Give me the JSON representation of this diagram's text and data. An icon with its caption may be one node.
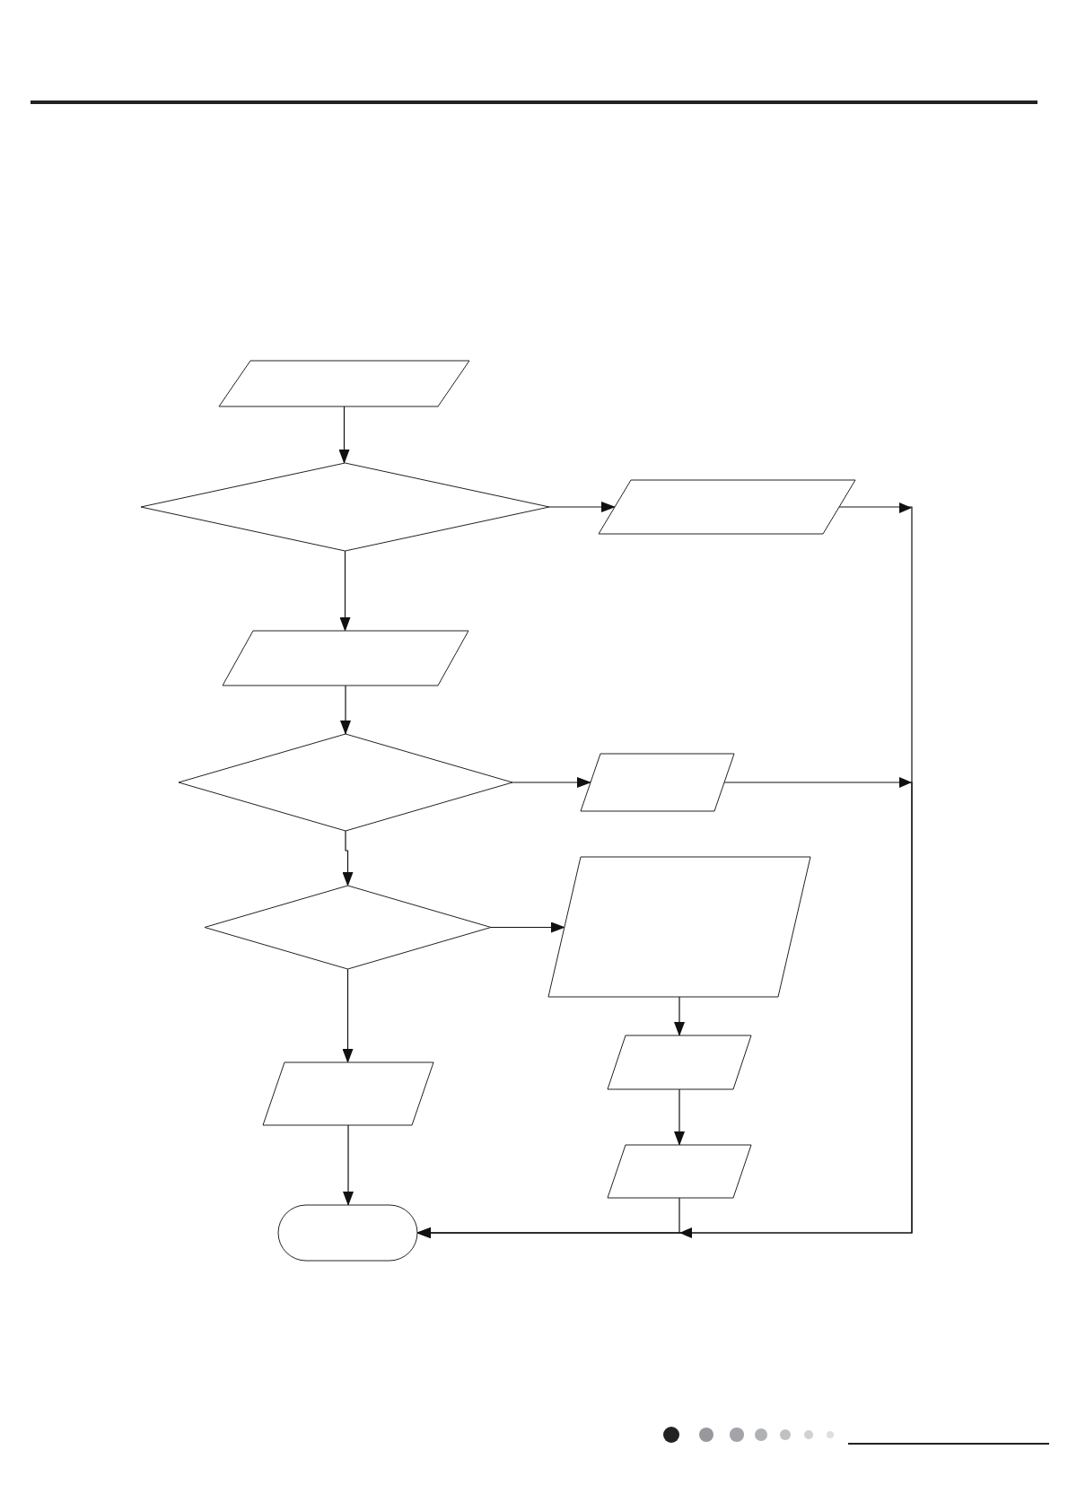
{
  "diagram": {
    "nodes": [
      {
        "text": [],
        "shape": "parallelogram"
      },
      {
        "text": [],
        "shape": "diamond"
      },
      {
        "text": [],
        "shape": "parallelogram"
      },
      {
        "text": [],
        "shape": "parallelogram"
      },
      {
        "text": [],
        "shape": "diamond"
      },
      {
        "text": [],
        "shape": "parallelogram"
      },
      {
        "text": [],
        "shape": "diamond"
      },
      {
        "text": [],
        "shape": "parallelogram"
      },
      {
        "text": [],
        "shape": "parallelogram"
      },
      {
        "text": [],
        "shape": "parallelogram"
      },
      {
        "text": [],
        "shape": "parallelogram"
      },
      {
        "text": [],
        "shape": "pill"
      }
    ],
    "edges": [
      {
        "from": 0,
        "to": 1,
        "arrow": "to"
      },
      {
        "from": 1,
        "to": 2,
        "arrow": "to"
      },
      {
        "from": 1,
        "to": 3,
        "arrow": "to"
      },
      {
        "from": 3,
        "to": 4,
        "arrow": "to"
      },
      {
        "from": 4,
        "to": 6,
        "arrow": "to"
      },
      {
        "from": 4,
        "to": 5,
        "arrow": "to"
      },
      {
        "from": 6,
        "to": 7,
        "arrow": "to"
      },
      {
        "from": 6,
        "to": 10,
        "arrow": "to"
      },
      {
        "from": 7,
        "to": 8,
        "arrow": "to"
      },
      {
        "from": 8,
        "to": 9,
        "arrow": "to"
      },
      {
        "from": 10,
        "to": 11,
        "arrow": "to"
      },
      {
        "from": 2,
        "to": 11,
        "arrow": "to"
      },
      {
        "from": 5,
        "to": 11,
        "arrow": "to"
      },
      {
        "from": 9,
        "to": 11,
        "arrow": "to"
      }
    ]
  }
}
